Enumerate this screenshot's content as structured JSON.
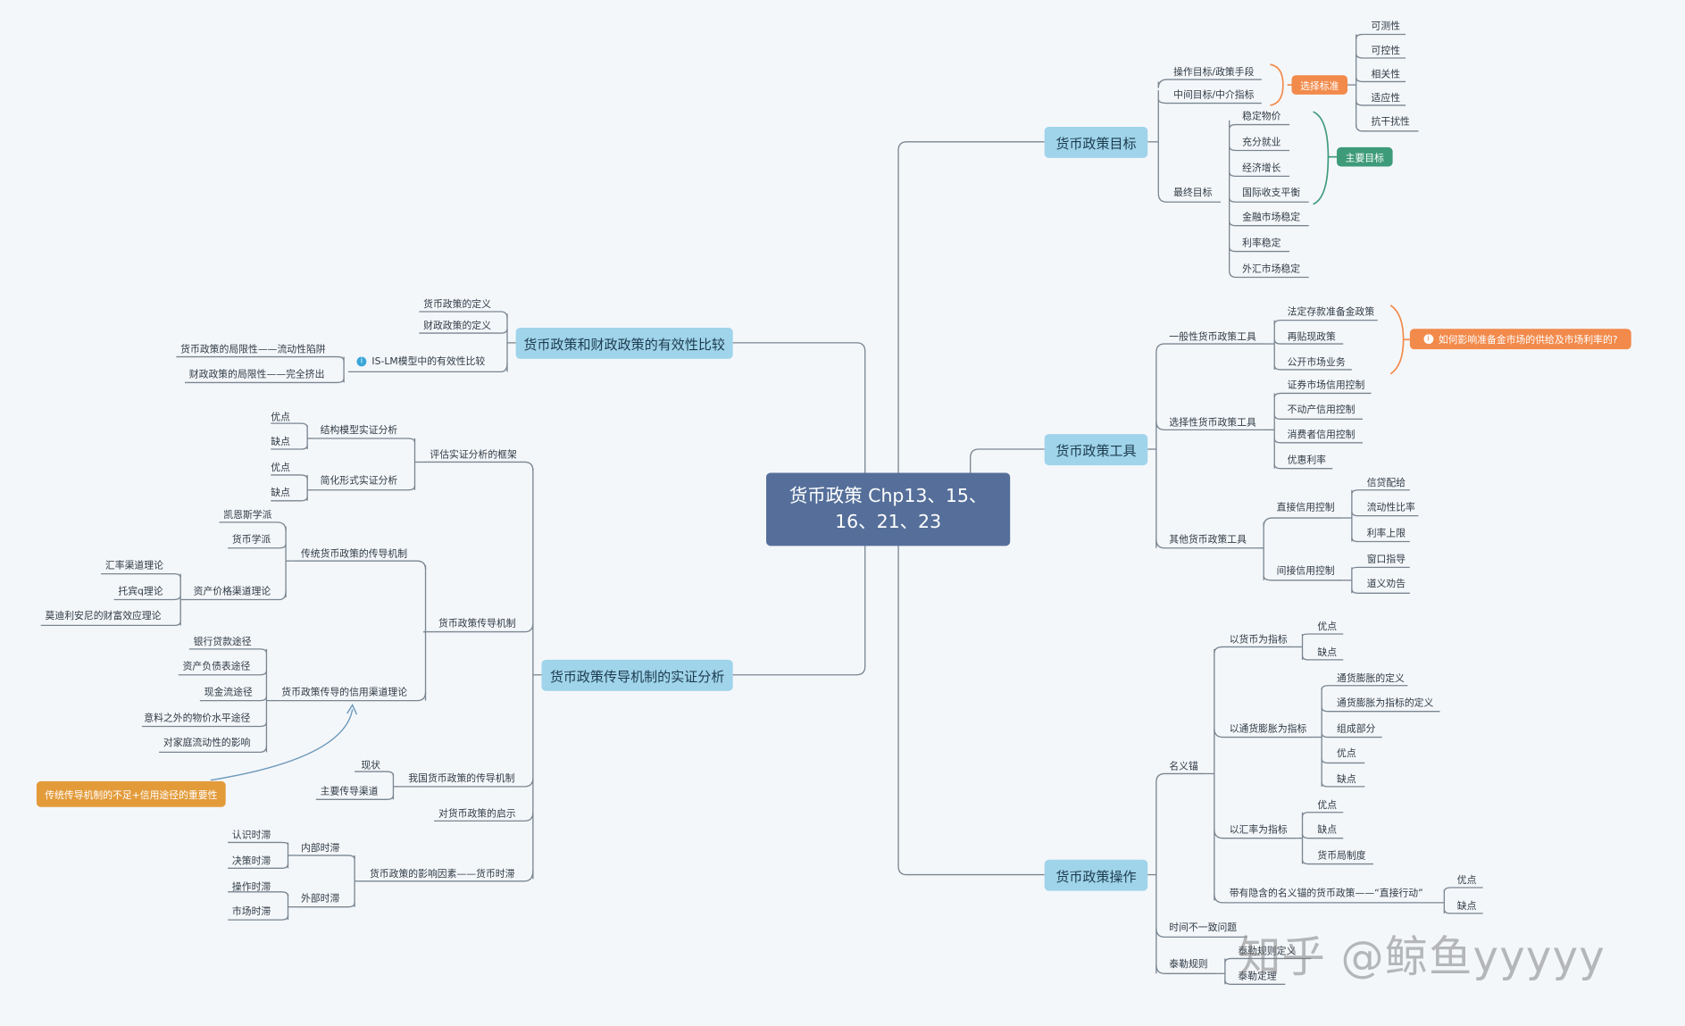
{
  "center": {
    "line1": "货币政策 Chp13、15、",
    "line2": "16、21、23"
  },
  "goal": {
    "title": "货币政策目标",
    "operating": "操作目标/政策手段",
    "intermediate": "中间目标/中介指标",
    "select_std": "选择标准",
    "criteria": [
      "可测性",
      "可控性",
      "相关性",
      "适应性",
      "抗干扰性"
    ],
    "final": "最终目标",
    "final_items": [
      "稳定物价",
      "充分就业",
      "经济增长",
      "国际收支平衡",
      "金融市场稳定",
      "利率稳定",
      "外汇市场稳定"
    ],
    "main_goal": "主要目标"
  },
  "tools": {
    "title": "货币政策工具",
    "general": "一般性货币政策工具",
    "general_items": [
      "法定存款准备金政策",
      "再贴现政策",
      "公开市场业务"
    ],
    "callout": "如何影响准备金市场的供给及市场利率的?",
    "selective": "选择性货币政策工具",
    "selective_items": [
      "证券市场信用控制",
      "不动产信用控制",
      "消费者信用控制",
      "优惠利率"
    ],
    "other": "其他货币政策工具",
    "direct": "直接信用控制",
    "direct_items": [
      "信贷配给",
      "流动性比率",
      "利率上限"
    ],
    "indirect": "间接信用控制",
    "indirect_items": [
      "窗口指导",
      "道义劝告"
    ]
  },
  "ops": {
    "title": "货币政策操作",
    "nominal": "名义锚",
    "money_ind": "以货币为指标",
    "money_items": [
      "优点",
      "缺点"
    ],
    "infl_ind": "以通货膨胀为指标",
    "infl_items": [
      "通货膨胀的定义",
      "通货膨胀为指标的定义",
      "组成部分",
      "优点",
      "缺点"
    ],
    "fx_ind": "以汇率为指标",
    "fx_items": [
      "优点",
      "缺点",
      "货币局制度"
    ],
    "implicit": "带有隐含的名义锚的货币政策——“直接行动”",
    "implicit_items": [
      "优点",
      "缺点"
    ],
    "time_inc": "时间不一致问题",
    "taylor": "泰勒规则",
    "taylor_items": [
      "泰勒规则定义",
      "泰勒定理"
    ]
  },
  "compare": {
    "title": "货币政策和财政政策的有效性比较",
    "items": [
      "货币政策的定义",
      "财政政策的定义"
    ],
    "islm": "IS-LM模型中的有效性比较",
    "islm_items": [
      "货币政策的局限性——流动性陷阱",
      "财政政策的局限性——完全挤出"
    ]
  },
  "trans": {
    "title": "货币政策传导机制的实证分析",
    "framework": "评估实证分析的框架",
    "structural": "结构模型实证分析",
    "reduced": "简化形式实证分析",
    "pros": "优点",
    "cons": "缺点",
    "mechanism": "货币政策传导机制",
    "traditional": "传统货币政策的传导机制",
    "keynes": "凯恩斯学派",
    "monetarist": "货币学派",
    "asset": "资产价格渠道理论",
    "asset_items": [
      "汇率渠道理论",
      "托宾q理论",
      "莫迪利安尼的财富效应理论"
    ],
    "credit": "货币政策传导的信用渠道理论",
    "credit_items": [
      "银行贷款途径",
      "资产负债表途径",
      "现金流途径",
      "意料之外的物价水平途径",
      "对家庭流动性的影响"
    ],
    "callout": "传统传导机制的不足+信用途径的重要性",
    "china": "我国货币政策的传导机制",
    "china_items": [
      "现状",
      "主要传导渠道"
    ],
    "insight": "对货币政策的启示",
    "lag": "货币政策的影响因素——货币时滞",
    "inner": "内部时滞",
    "inner_items": [
      "认识时滞",
      "决策时滞"
    ],
    "outer": "外部时滞",
    "outer_items": [
      "操作时滞",
      "市场时滞"
    ]
  },
  "watermark": "知乎 @鲸鱼yyyyy",
  "colors": {
    "central": "#556f9a",
    "branch": "#9fd4ea",
    "orange": "#f28a4b",
    "green": "#3e9b7a",
    "amber": "#e39b3a",
    "line": "#7a8691"
  }
}
